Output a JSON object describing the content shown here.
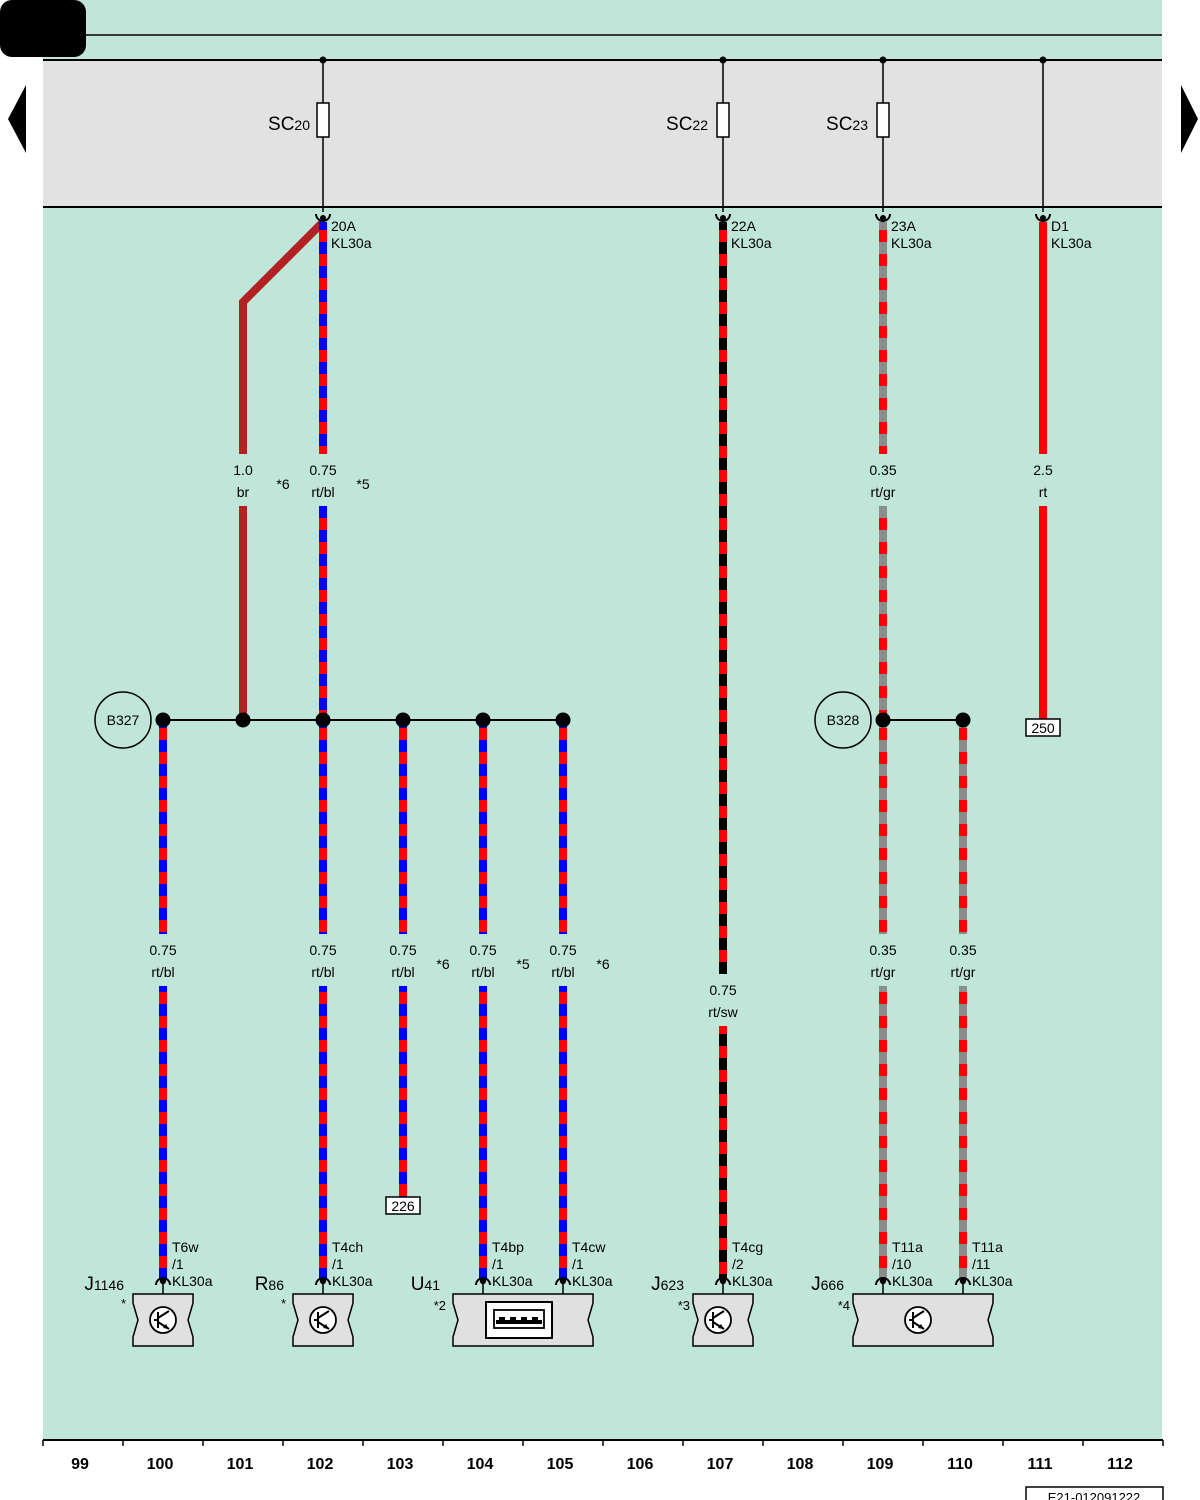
{
  "fuses": [
    {
      "name": "SC",
      "sub": "20",
      "label": "20A",
      "terminal": "KL30a"
    },
    {
      "name": "SC",
      "sub": "22",
      "label": "22A",
      "terminal": "KL30a"
    },
    {
      "name": "SC",
      "sub": "23",
      "label": "23A",
      "terminal": "KL30a"
    }
  ],
  "feed_d1": {
    "label": "D1",
    "terminal": "KL30a"
  },
  "wire_labels": [
    {
      "gauge": "1.0",
      "color": "br",
      "note": "*6"
    },
    {
      "gauge": "0.75",
      "color": "rt/bl",
      "note": "*5"
    },
    {
      "gauge": "0.35",
      "color": "rt/gr",
      "note": ""
    },
    {
      "gauge": "2.5",
      "color": "rt",
      "note": ""
    },
    {
      "gauge": "0.75",
      "color": "rt/bl",
      "note": ""
    },
    {
      "gauge": "0.75",
      "color": "rt/bl",
      "note": ""
    },
    {
      "gauge": "0.75",
      "color": "rt/bl",
      "note": "*6"
    },
    {
      "gauge": "0.75",
      "color": "rt/bl",
      "note": "*5"
    },
    {
      "gauge": "0.75",
      "color": "rt/bl",
      "note": "*6"
    },
    {
      "gauge": "0.75",
      "color": "rt/sw",
      "note": ""
    },
    {
      "gauge": "0.35",
      "color": "rt/gr",
      "note": ""
    },
    {
      "gauge": "0.35",
      "color": "rt/gr",
      "note": ""
    }
  ],
  "splices": [
    {
      "label": "B327"
    },
    {
      "label": "B328"
    }
  ],
  "refs": [
    {
      "label": "250"
    },
    {
      "label": "226"
    }
  ],
  "pins": [
    {
      "conn": "T6w",
      "pin": "/1",
      "terminal": "KL30a"
    },
    {
      "conn": "T4ch",
      "pin": "/1",
      "terminal": "KL30a"
    },
    {
      "conn": "T4bp",
      "pin": "/1",
      "terminal": "KL30a"
    },
    {
      "conn": "T4cw",
      "pin": "/1",
      "terminal": "KL30a"
    },
    {
      "conn": "T4cg",
      "pin": "/2",
      "terminal": "KL30a"
    },
    {
      "conn": "T11a",
      "pin": "/10",
      "terminal": "KL30a"
    },
    {
      "conn": "T11a",
      "pin": "/11",
      "terminal": "KL30a"
    }
  ],
  "components": [
    {
      "name": "J",
      "sub": "1146",
      "note": "*"
    },
    {
      "name": "R",
      "sub": "86",
      "note": "*"
    },
    {
      "name": "U",
      "sub": "41",
      "note": "*2"
    },
    {
      "name": "J",
      "sub": "623",
      "note": "*3"
    },
    {
      "name": "J",
      "sub": "666",
      "note": "*4"
    }
  ],
  "columns": [
    "99",
    "100",
    "101",
    "102",
    "103",
    "104",
    "105",
    "106",
    "107",
    "108",
    "109",
    "110",
    "111",
    "112"
  ],
  "doc_id": "E21-012091222",
  "colors": {
    "background": "#c0e5d9",
    "fuse_band": "#e2e2e2",
    "red": "#ff0000",
    "blue": "#0000ff",
    "black": "#000000",
    "grey": "#8c8c8c",
    "brown": "#b22222",
    "box": "#e0e0e0"
  }
}
